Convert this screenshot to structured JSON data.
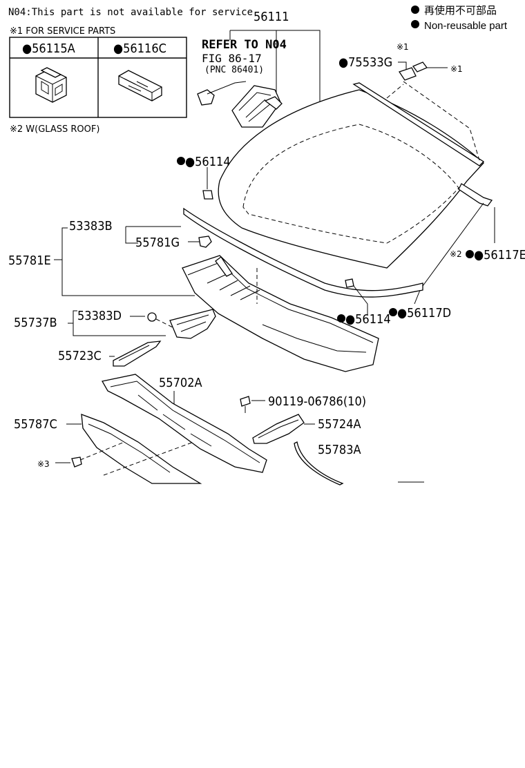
{
  "note": "N04:This part is not available for service",
  "legend": {
    "japanese": "再使用不可部品",
    "english": "Non-reusable part"
  },
  "footnotes": {
    "service_parts": "※1 FOR SERVICE PARTS",
    "glass_roof": "※2 W(GLASS ROOF)",
    "mark1": "※1",
    "mark2": "※2",
    "mark3": "※3"
  },
  "service_table": {
    "col1": "●56115A",
    "col2": "●56116C"
  },
  "reference": {
    "line1": "REFER TO N04",
    "line2": "FIG 86-17",
    "line3": "(PNC 86401)"
  },
  "parts": {
    "p56111": "56111",
    "p75533G": "●75533G",
    "p56114_top": "●56114",
    "p53383B": "53383B",
    "p55781G": "55781G",
    "p55781E": "55781E",
    "p56117E": "●56117E",
    "p56114_bottom": "●56114",
    "p56117D": "●56117D",
    "p55737B": "55737B",
    "p53383D": "53383D",
    "p55723C": "55723C",
    "p55702A": "55702A",
    "p90119": "90119-06786(10)",
    "p55787C": "55787C",
    "p55724A": "55724A",
    "p55783A": "55783A"
  }
}
